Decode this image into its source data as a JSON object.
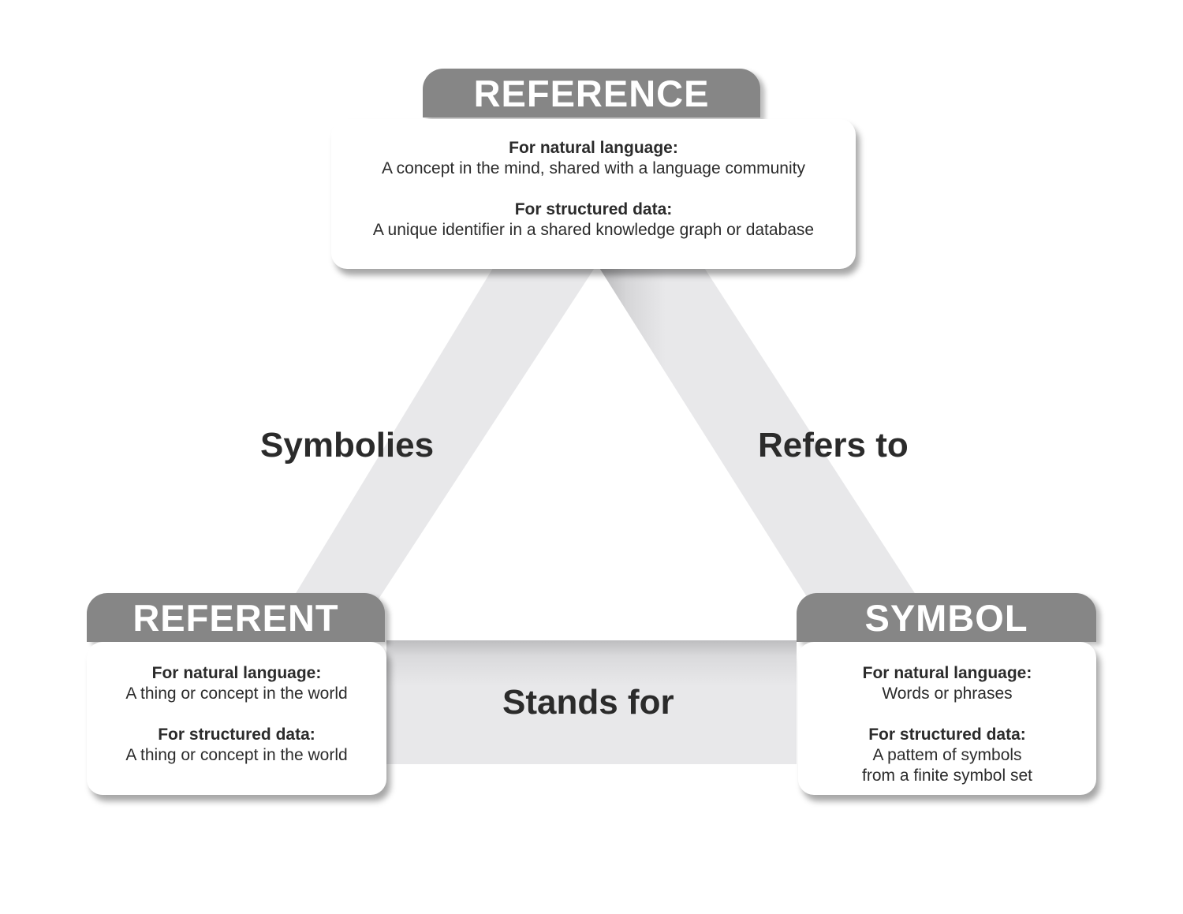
{
  "colors": {
    "tab_fill": "#868686",
    "band_fill": "#e8e8ea",
    "text": "#2b2b2b",
    "card_fill": "#ffffff"
  },
  "reference": {
    "title": "REFERENCE",
    "natural_heading": "For natural language:",
    "natural_text": "A concept in the mind, shared with a language community",
    "structured_heading": "For structured data:",
    "structured_text": "A unique identifier in a shared knowledge graph or database"
  },
  "referent": {
    "title": "REFERENT",
    "natural_heading": "For natural language:",
    "natural_text": "A thing or concept in the world",
    "structured_heading": "For structured data:",
    "structured_text": "A thing or concept in the world"
  },
  "symbol": {
    "title": "SYMBOL",
    "natural_heading": "For natural language:",
    "natural_text": "Words or phrases",
    "structured_heading": "For structured data:",
    "structured_text_line1": "A pattem of symbols",
    "structured_text_line2": "from a finite symbol set"
  },
  "edges": {
    "left": "Symbolies",
    "right": "Refers to",
    "bottom": "Stands for"
  }
}
